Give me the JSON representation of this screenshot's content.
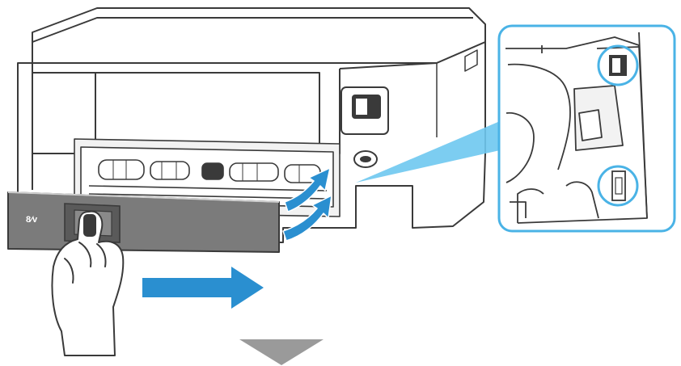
{
  "figure": {
    "cover_label": "8⁄v",
    "colors": {
      "outline": "#3a3a3a",
      "body_fill": "#ffffff",
      "interior_fill": "#f2f2f2",
      "cover_fill": "#7b7b7b",
      "cover_dark": "#5a5a5a",
      "arrow_blue": "#2a8fd0",
      "callout_ring": "#4ab3e6",
      "callout_beam": "#6ec8f0",
      "down_arrow": "#9a9a9a"
    },
    "icons": [
      "printer-illustration",
      "rear-cover",
      "hand",
      "pull-arrow",
      "callout-magnifier",
      "down-arrow"
    ]
  }
}
